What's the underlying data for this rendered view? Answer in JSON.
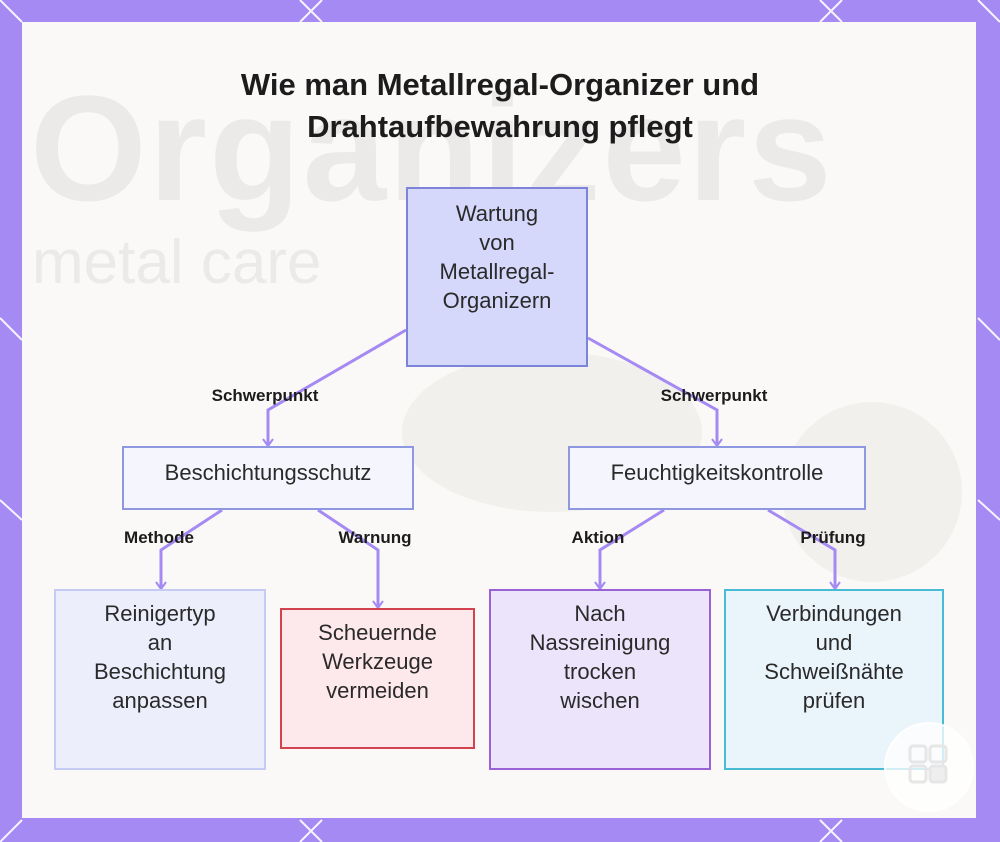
{
  "title": {
    "line1": "Wie man Metallregal-Organizer und",
    "line2": "Drahtaufbewahrung pflegt"
  },
  "background": {
    "text1": "Organizers",
    "text2": "metal care"
  },
  "root": {
    "lines": [
      "Wartung",
      "von",
      "Metallregal-",
      "Organizern"
    ]
  },
  "branches": {
    "left_label": "Schwerpunkt",
    "right_label": "Schwerpunkt"
  },
  "mid": {
    "left": "Beschichtungsschutz",
    "right": "Feuchtigkeitskontrolle"
  },
  "edge_labels": {
    "methode": "Methode",
    "warnung": "Warnung",
    "aktion": "Aktion",
    "pruefung": "Prüfung"
  },
  "leaves": {
    "leaf1": [
      "Reinigertyp",
      "an",
      "Beschichtung",
      "anpassen"
    ],
    "leaf2": [
      "Scheuernde",
      "Werkzeuge",
      "vermeiden"
    ],
    "leaf3": [
      "Nach",
      "Nassreinigung",
      "trocken",
      "wischen"
    ],
    "leaf4": [
      "Verbindungen",
      "und",
      "Schweißnähte",
      "prüfen"
    ]
  },
  "colors": {
    "frame": "#a58af3",
    "connector": "#a58af3",
    "root_fill": "#d5d8fa",
    "warning_border": "#d2434f",
    "action_border": "#9b62d6",
    "check_border": "#47bcd4"
  }
}
